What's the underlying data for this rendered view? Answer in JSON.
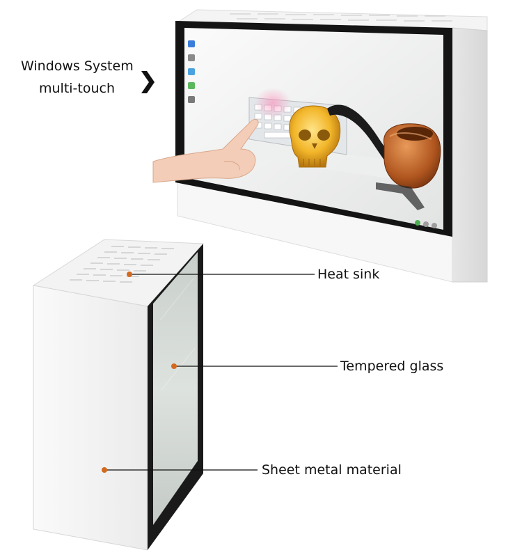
{
  "feature": {
    "line1": "Windows  System",
    "line2": "multi-touch"
  },
  "callouts": {
    "heat_sink": "Heat sink",
    "tempered_glass": "Tempered glass",
    "sheet_metal": "Sheet metal material"
  },
  "colors": {
    "marker": "#d2691e",
    "leader_line": "#111111",
    "cabinet": "#f2f2f2",
    "bezel": "#141414"
  },
  "icons": {
    "arrow": "chevron-right-icon"
  }
}
